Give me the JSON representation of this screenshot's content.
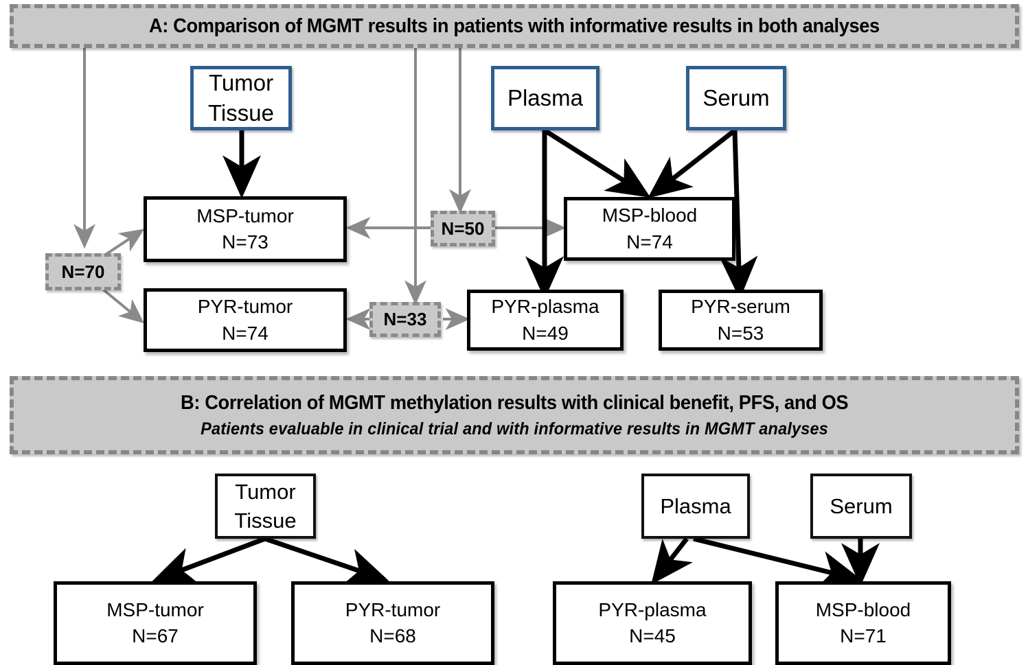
{
  "figure": {
    "panels": [
      {
        "id": "A",
        "banner": {
          "title": "A: Comparison of MGMT results in patients with informative results in both analyses",
          "subtitle": ""
        },
        "sources": [
          {
            "id": "a-tumor-tissue",
            "line1": "Tumor",
            "line2": "Tissue",
            "style": "blue"
          },
          {
            "id": "a-plasma",
            "line1": "Plasma",
            "line2": "",
            "style": "blue"
          },
          {
            "id": "a-serum",
            "line1": "Serum",
            "line2": "",
            "style": "blue"
          }
        ],
        "results": [
          {
            "id": "a-msp-tumor",
            "name": "MSP-tumor",
            "n": "N=73"
          },
          {
            "id": "a-msp-blood",
            "name": "MSP-blood",
            "n": "N=74"
          },
          {
            "id": "a-pyr-tumor",
            "name": "PYR-tumor",
            "n": "N=74"
          },
          {
            "id": "a-pyr-plasma",
            "name": "PYR-plasma",
            "n": "N=49"
          },
          {
            "id": "a-pyr-serum",
            "name": "PYR-serum",
            "n": "N=53"
          }
        ],
        "overlaps": [
          {
            "id": "a-overlap-70",
            "label": "N=70"
          },
          {
            "id": "a-overlap-50",
            "label": "N=50"
          },
          {
            "id": "a-overlap-33",
            "label": "N=33"
          }
        ]
      },
      {
        "id": "B",
        "banner": {
          "title": "B: Correlation of MGMT methylation results with clinical benefit, PFS, and OS",
          "subtitle": "Patients evaluable in clinical trial and with informative results in MGMT analyses"
        },
        "sources": [
          {
            "id": "b-tumor-tissue",
            "line1": "Tumor",
            "line2": "Tissue",
            "style": "black"
          },
          {
            "id": "b-plasma",
            "line1": "Plasma",
            "line2": "",
            "style": "black"
          },
          {
            "id": "b-serum",
            "line1": "Serum",
            "line2": "",
            "style": "black"
          }
        ],
        "results": [
          {
            "id": "b-msp-tumor",
            "name": "MSP-tumor",
            "n": "N=67"
          },
          {
            "id": "b-pyr-tumor",
            "name": "PYR-tumor",
            "n": "N=68"
          },
          {
            "id": "b-pyr-plasma",
            "name": "PYR-plasma",
            "n": "N=45"
          },
          {
            "id": "b-msp-blood",
            "name": "MSP-blood",
            "n": "N=71"
          }
        ],
        "overlaps": []
      }
    ],
    "colors": {
      "source_border_blue": "#2e5f8f",
      "source_border_black": "#111111",
      "result_border": "#000000",
      "banner_fill": "#c9c9c9",
      "banner_border": "#878787",
      "overlap_fill": "#c9c9c9",
      "overlap_border": "#8a8a8a",
      "black_arrow": "#000000",
      "gray_arrow": "#8a8a8a",
      "background": "#ffffff"
    }
  }
}
